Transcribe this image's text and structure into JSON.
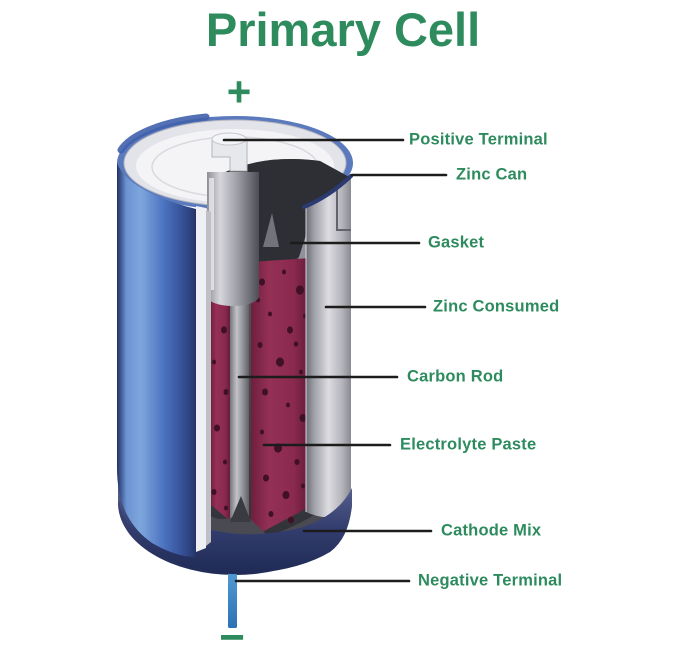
{
  "title": "Primary Cell",
  "symbols": {
    "positive": "+",
    "negative": "−"
  },
  "diagram": {
    "labels": [
      {
        "id": "positive-terminal",
        "text": "Positive Terminal"
      },
      {
        "id": "zinc-can",
        "text": "Zinc Can"
      },
      {
        "id": "gasket",
        "text": "Gasket"
      },
      {
        "id": "zinc-consumed",
        "text": "Zinc Consumed"
      },
      {
        "id": "carbon-rod",
        "text": "Carbon Rod"
      },
      {
        "id": "electrolyte-paste",
        "text": "Electrolyte Paste"
      },
      {
        "id": "cathode-mix",
        "text": "Cathode Mix"
      },
      {
        "id": "negative-terminal",
        "text": "Negative Terminal"
      }
    ]
  },
  "colors": {
    "green": "#2e8b5e",
    "line": "#1c1c1c",
    "battery_blue": "#4a72bf",
    "navy_cup": "#2c3a72",
    "zinc_gray": "#d8d8dd",
    "paste_maroon": "#8e2d4f",
    "cathode_dark": "#3c3c43",
    "wire_blue": "#3a82c4"
  }
}
